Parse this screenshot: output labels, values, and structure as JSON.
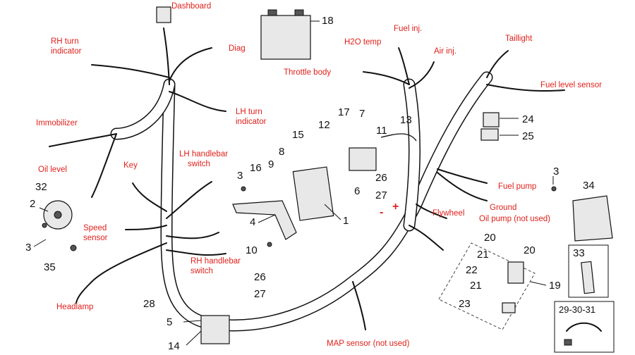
{
  "labels": {
    "dashboard": "Dashboard",
    "rh_turn_1": "RH turn",
    "rh_turn_2": "indicator",
    "diag": "Diag",
    "immobilizer": "Immobilizer",
    "lh_turn_1": "LH turn",
    "lh_turn_2": "indicator",
    "oil_level": "Oil level",
    "key": "Key",
    "lh_handlebar_1": "LH handlebar",
    "lh_handlebar_2": "switch",
    "speed_1": "Speed",
    "speed_2": "sensor",
    "rh_handlebar_1": "RH handlebar",
    "rh_handlebar_2": "switch",
    "headlamp": "Headlamp",
    "throttle_body": "Throttle body",
    "h2o_temp": "H2O temp",
    "fuel_inj": "Fuel inj.",
    "air_inj": "Air inj.",
    "taillight": "Taillight",
    "fuel_level_sensor": "Fuel level sensor",
    "fuel_pump": "Fuel pump",
    "ground": "Ground",
    "oil_pump": "Oil pump (not used)",
    "flywheel": "Flywheel",
    "map_sensor": "MAP sensor (not used)",
    "minus": "-",
    "plus": "+"
  },
  "callouts": {
    "n1": "1",
    "n2": "2",
    "n3a": "3",
    "n3b": "3",
    "n3c": "3",
    "n4": "4",
    "n5": "5",
    "n6": "6",
    "n7": "7",
    "n8": "8",
    "n9": "9",
    "n10": "10",
    "n11": "11",
    "n12": "12",
    "n13": "13",
    "n14": "14",
    "n15": "15",
    "n16": "16",
    "n17": "17",
    "n18": "18",
    "n19": "19",
    "n20a": "20",
    "n20b": "20",
    "n21a": "21",
    "n21b": "21",
    "n22": "22",
    "n23": "23",
    "n24": "24",
    "n25": "25",
    "n26a": "26",
    "n26b": "26",
    "n27a": "27",
    "n27b": "27",
    "n28": "28",
    "n32": "32",
    "n33": "33",
    "n34": "34",
    "n35": "35",
    "n29_31": "29-30-31"
  },
  "colors": {
    "label": "#e0201b",
    "line": "#111111",
    "background": "#ffffff"
  }
}
